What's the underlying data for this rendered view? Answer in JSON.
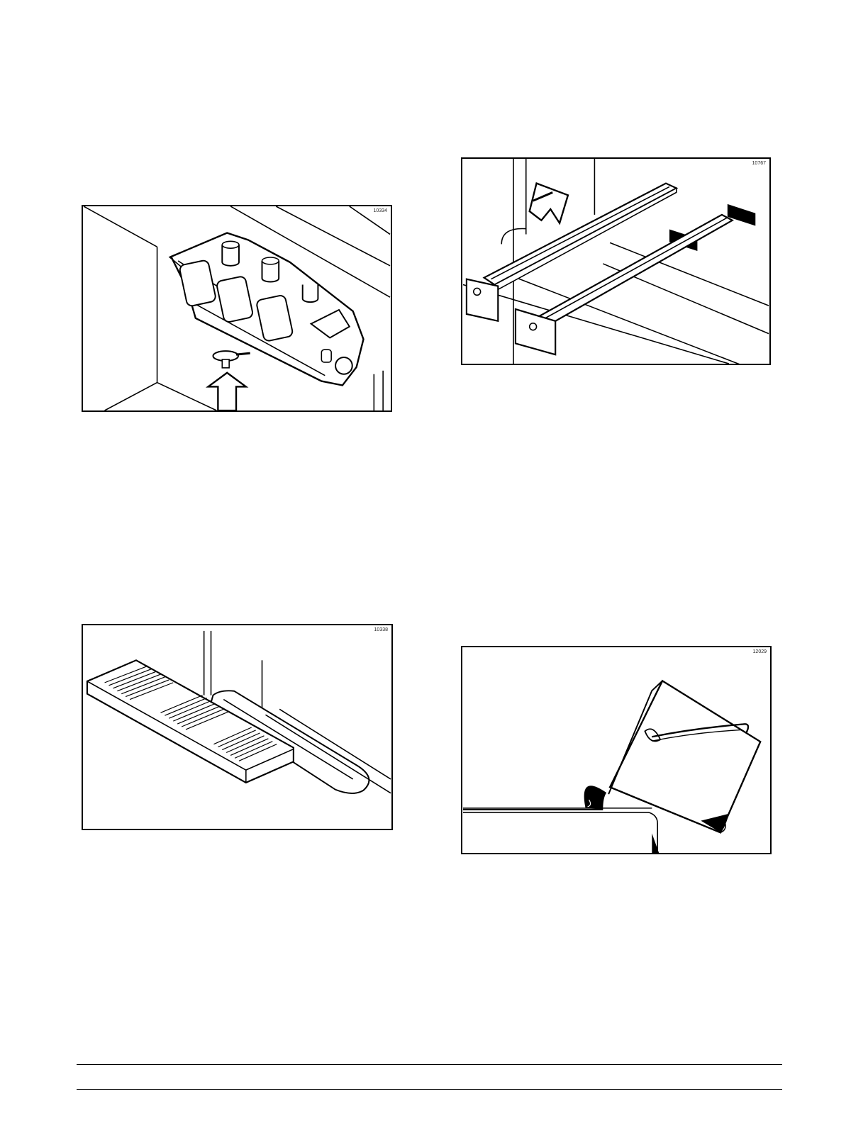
{
  "figures": [
    {
      "id": "10334",
      "subject": "gasket-and-tension-spring-under-dispenser"
    },
    {
      "id": "10767",
      "subject": "drip-trays-removal"
    },
    {
      "id": "10338",
      "subject": "drip-tray-and-splash-shield"
    },
    {
      "id": "12029",
      "subject": "pouring-mix-into-hopper"
    }
  ],
  "colors": {
    "line": "#000000",
    "background": "#ffffff"
  }
}
